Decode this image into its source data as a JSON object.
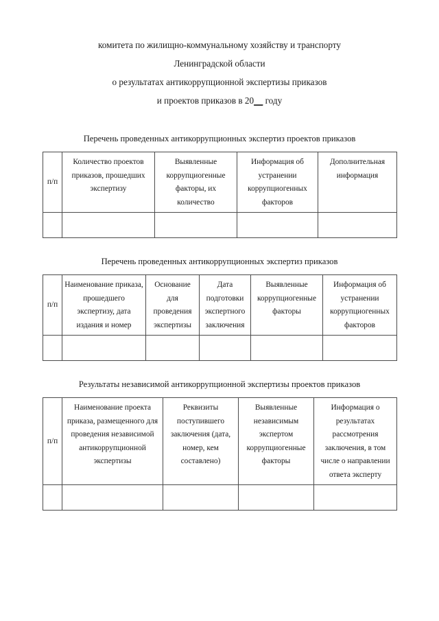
{
  "document": {
    "header_lines": [
      "комитета по жилищно-коммунальному хозяйству и транспорту",
      "Ленинградской области",
      "о результатах антикоррупционной экспертизы приказов"
    ],
    "header_last_line": {
      "before": "и проектов приказов в 20",
      "blank": "__",
      "after": " году"
    }
  },
  "sections": [
    {
      "title": "Перечень проведенных антикоррупционных экспертиз проектов приказов",
      "columns": [
        "п/п",
        "Количество проектов приказов, прошедших экспертизу",
        "Выявленные коррупциогенные факторы, их количество",
        "Информация об устранении коррупциогенных факторов",
        "Дополнительная информация"
      ],
      "rows": [
        [
          "",
          "",
          "",
          "",
          ""
        ]
      ]
    },
    {
      "title": "Перечень проведенных антикоррупционных экспертиз приказов",
      "columns": [
        "п/п",
        "Наименование приказа, прошедшего экспертизу, дата издания и номер",
        "Основание для проведения экспертизы",
        "Дата подготовки экспертного заключения",
        "Выявленные коррупциогенные факторы",
        "Информация об устранении коррупциогенных факторов"
      ],
      "rows": [
        [
          "",
          "",
          "",
          "",
          "",
          ""
        ]
      ]
    },
    {
      "title": "Результаты независимой антикоррупционной экспертизы проектов приказов",
      "columns": [
        "п/п",
        "Наименование проекта приказа, размещенного для проведения независимой антикоррупционной экспертизы",
        "Реквизиты поступившего заключения (дата, номер, кем составлено)",
        "Выявленные независимым экспертом коррупциогенные факторы",
        "Информация о результатах рассмотрения заключения, в том числе о направлении ответа эксперту"
      ],
      "rows": [
        [
          "",
          "",
          "",
          "",
          ""
        ]
      ]
    }
  ]
}
